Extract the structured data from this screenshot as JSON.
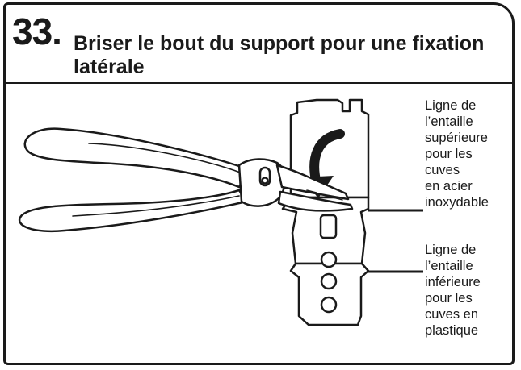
{
  "step": {
    "number": "33.",
    "title": "Briser le bout du support pour une fixation latérale"
  },
  "callouts": {
    "top": "Ligne de\nl’entaille\nsupérieure\npour les\ncuves\nen acier\ninoxydable",
    "bottom": "Ligne de\nl’entaille\ninférieure\npour les\ncuves en\nplastique"
  },
  "icons": {
    "pliers": "pliers-icon",
    "bracket": "mounting-bracket-icon",
    "arrow": "curved-arrow-icon"
  },
  "colors": {
    "ink": "#1a1a1a",
    "paper": "#ffffff"
  }
}
